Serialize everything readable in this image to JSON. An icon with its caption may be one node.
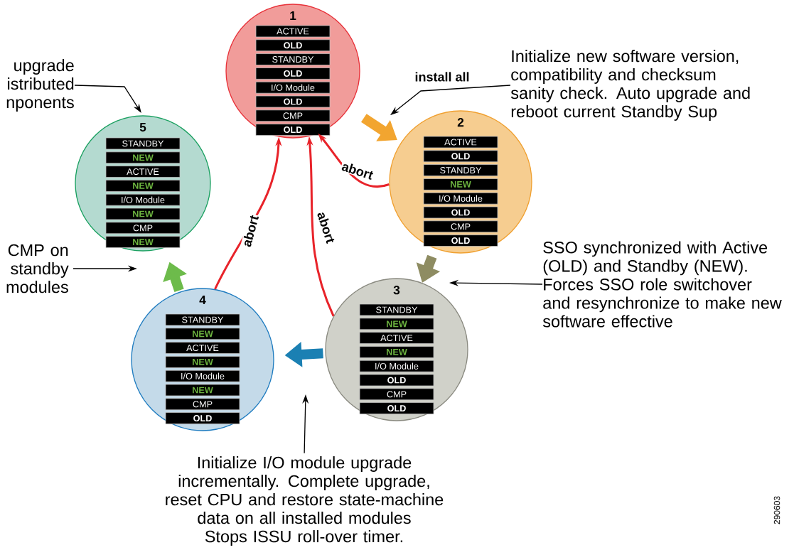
{
  "diagram": {
    "nodes": [
      {
        "text": [
          "1"
        ]
      },
      {
        "text": [
          "ACTIVE"
        ],
        "in": 0
      },
      {
        "text": [
          "OLD"
        ],
        "in": 0
      },
      {
        "text": [
          "STANDBY"
        ],
        "in": 0
      },
      {
        "text": [
          "OLD"
        ],
        "in": 0
      },
      {
        "text": [
          "I/O Module"
        ],
        "in": 0
      },
      {
        "text": [
          "OLD"
        ],
        "in": 0
      },
      {
        "text": [
          "CMP"
        ],
        "in": 0
      },
      {
        "text": [
          "OLD"
        ],
        "in": 0
      },
      {
        "text": [
          "2"
        ]
      },
      {
        "text": [
          "ACTIVE"
        ],
        "in": 9
      },
      {
        "text": [
          "OLD"
        ],
        "in": 9
      },
      {
        "text": [
          "STANDBY"
        ],
        "in": 9
      },
      {
        "text": [
          "NEW"
        ],
        "in": 9
      },
      {
        "text": [
          "I/O Module"
        ],
        "in": 9
      },
      {
        "text": [
          "OLD"
        ],
        "in": 9
      },
      {
        "text": [
          "CMP"
        ],
        "in": 9
      },
      {
        "text": [
          "OLD"
        ],
        "in": 9
      },
      {
        "text": [
          "3"
        ]
      },
      {
        "text": [
          "STANDBY"
        ],
        "in": 18
      },
      {
        "text": [
          "NEW"
        ],
        "in": 18
      },
      {
        "text": [
          "ACTIVE"
        ],
        "in": 18
      },
      {
        "text": [
          "NEW"
        ],
        "in": 18
      },
      {
        "text": [
          "I/O Module"
        ],
        "in": 18
      },
      {
        "text": [
          "OLD"
        ],
        "in": 18
      },
      {
        "text": [
          "CMP"
        ],
        "in": 18
      },
      {
        "text": [
          "OLD"
        ],
        "in": 18
      },
      {
        "text": [
          "4"
        ]
      },
      {
        "text": [
          "STANDBY"
        ],
        "in": 27
      },
      {
        "text": [
          "NEW"
        ],
        "in": 27
      },
      {
        "text": [
          "ACTIVE"
        ],
        "in": 27
      },
      {
        "text": [
          "NEW"
        ],
        "in": 27
      },
      {
        "text": [
          "I/O Module"
        ],
        "in": 27
      },
      {
        "text": [
          "NEW"
        ],
        "in": 27
      },
      {
        "text": [
          "CMP"
        ],
        "in": 27
      },
      {
        "text": [
          "OLD"
        ],
        "in": 27
      },
      {
        "text": [
          "5"
        ]
      },
      {
        "text": [
          "STANDBY"
        ],
        "in": 36
      },
      {
        "text": [
          "NEW"
        ],
        "in": 36
      },
      {
        "text": [
          "ACTIVE"
        ],
        "in": 36
      },
      {
        "text": [
          "NEW"
        ],
        "in": 36
      },
      {
        "text": [
          "I/O Module"
        ],
        "in": 36
      },
      {
        "text": [
          "NEW"
        ],
        "in": 36
      },
      {
        "text": [
          "CMP"
        ],
        "in": 36
      },
      {
        "text": [
          "NEW"
        ],
        "in": 36
      },
      {
        "text": [
          "upgrade istributed nponents"
        ]
      },
      {
        "text": [
          "Initialize new software version, compatibility and checksum sanity check. Auto upgrade and reboot current Standby Sup"
        ]
      },
      {
        "text": [
          "CMP on standby modules"
        ]
      },
      {
        "text": [
          "SSO synchronized with Active (OLD) and Standby (NEW). Forces SSO role switchover and resynchronize to make new software effective"
        ]
      },
      {
        "text": [
          "Initialize I/O module upgrade incrementally. Complete upgrade, reset CPU and restore state-machine data on all installed modules",
          "Stops ISSU roll-over timer."
        ]
      }
    ],
    "edges": [
      {
        "from": 0,
        "to": 9,
        "arrow": "to",
        "style": "thick",
        "color": "#f2a530"
      },
      {
        "from": 9,
        "to": 18,
        "arrow": "to",
        "style": "thick",
        "color": "#8e8c62"
      },
      {
        "from": 18,
        "to": 27,
        "arrow": "to",
        "style": "thick",
        "color": "#1b80b3"
      },
      {
        "from": 27,
        "to": 36,
        "arrow": "to",
        "style": "thick",
        "color": "#6dbb4b"
      },
      {
        "from": 9,
        "to": 0,
        "arrow": "to",
        "label": "abort",
        "color": "#e8232a"
      },
      {
        "from": 18,
        "to": 0,
        "arrow": "to",
        "label": "abort",
        "color": "#e8232a"
      },
      {
        "from": 27,
        "to": 0,
        "arrow": "to",
        "label": "abort",
        "color": "#e8232a"
      },
      {
        "from": 45,
        "to": 36,
        "arrow": "to"
      },
      {
        "from": 46,
        "to": null,
        "arrow": "to",
        "label": "install all"
      },
      {
        "from": 48,
        "to": null,
        "arrow": "to"
      },
      {
        "from": 49,
        "to": null,
        "arrow": "to"
      },
      {
        "from": 47,
        "to": null,
        "arrow": "to"
      }
    ],
    "labels": [
      "290603"
    ]
  }
}
